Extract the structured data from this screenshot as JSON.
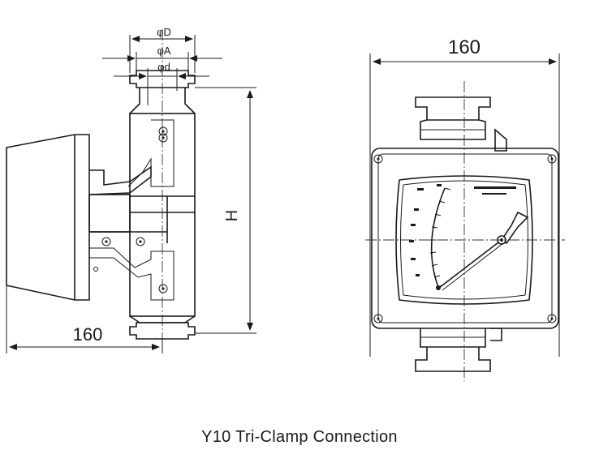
{
  "caption": "Y10 Tri-Clamp Connection",
  "side_view": {
    "dim_outer_label": "φD",
    "dim_middle_label": "φA",
    "dim_inner_label": "φd",
    "height_label": "H",
    "width_label": "160"
  },
  "front_view": {
    "width_label": "160"
  },
  "colors": {
    "line": "#1a1a1a",
    "background": "#ffffff"
  }
}
